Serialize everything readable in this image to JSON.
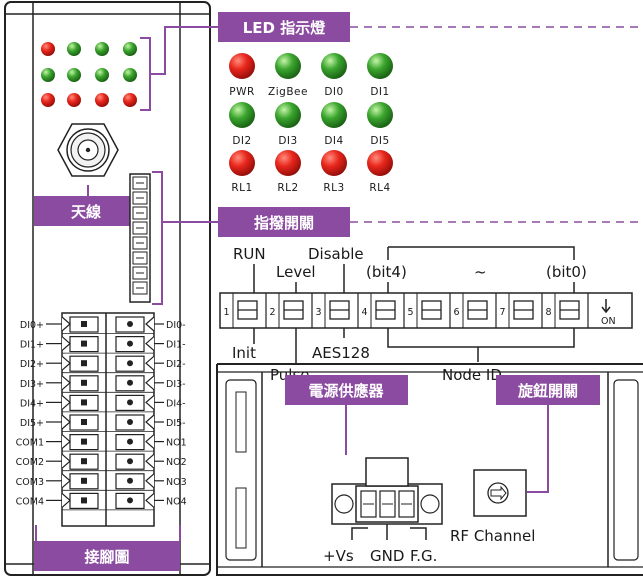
{
  "tags": {
    "led": "LED 指示燈",
    "dip": "指撥開關",
    "antenna": "天線",
    "pinout": "接腳圖",
    "power": "電源供應器",
    "rotary": "旋鈕開關"
  },
  "led_labels": {
    "row1": [
      "PWR",
      "ZigBee",
      "DI0",
      "DI1"
    ],
    "row2": [
      "DI2",
      "DI3",
      "DI4",
      "DI5"
    ],
    "row3": [
      "RL1",
      "RL2",
      "RL3",
      "RL4"
    ]
  },
  "dip": {
    "run": "RUN",
    "level": "Level",
    "disable": "Disable",
    "bit4": "(bit4)",
    "tilde": "~",
    "bit0": "(bit0)",
    "init": "Init",
    "pulse": "Pulse",
    "aes": "AES128",
    "node_id": "Node ID",
    "on": "ON",
    "numbers": [
      "1",
      "2",
      "3",
      "4",
      "5",
      "6",
      "7",
      "8"
    ]
  },
  "pins_left": [
    "DI0+",
    "DI1+",
    "DI2+",
    "DI3+",
    "DI4+",
    "DI5+",
    "COM1",
    "COM2",
    "COM3",
    "COM4"
  ],
  "pins_right": [
    "DI0-",
    "DI1-",
    "DI2-",
    "DI3-",
    "DI4-",
    "DI5-",
    "NO1",
    "NO2",
    "NO3",
    "NO4"
  ],
  "power": {
    "vs": "+Vs",
    "gnd": "GND",
    "fg": "F.G."
  },
  "rf_channel": "RF Channel",
  "colors": {
    "accent": "#8b4ba0",
    "led_red": "#e02020",
    "led_green": "#3aa830"
  }
}
